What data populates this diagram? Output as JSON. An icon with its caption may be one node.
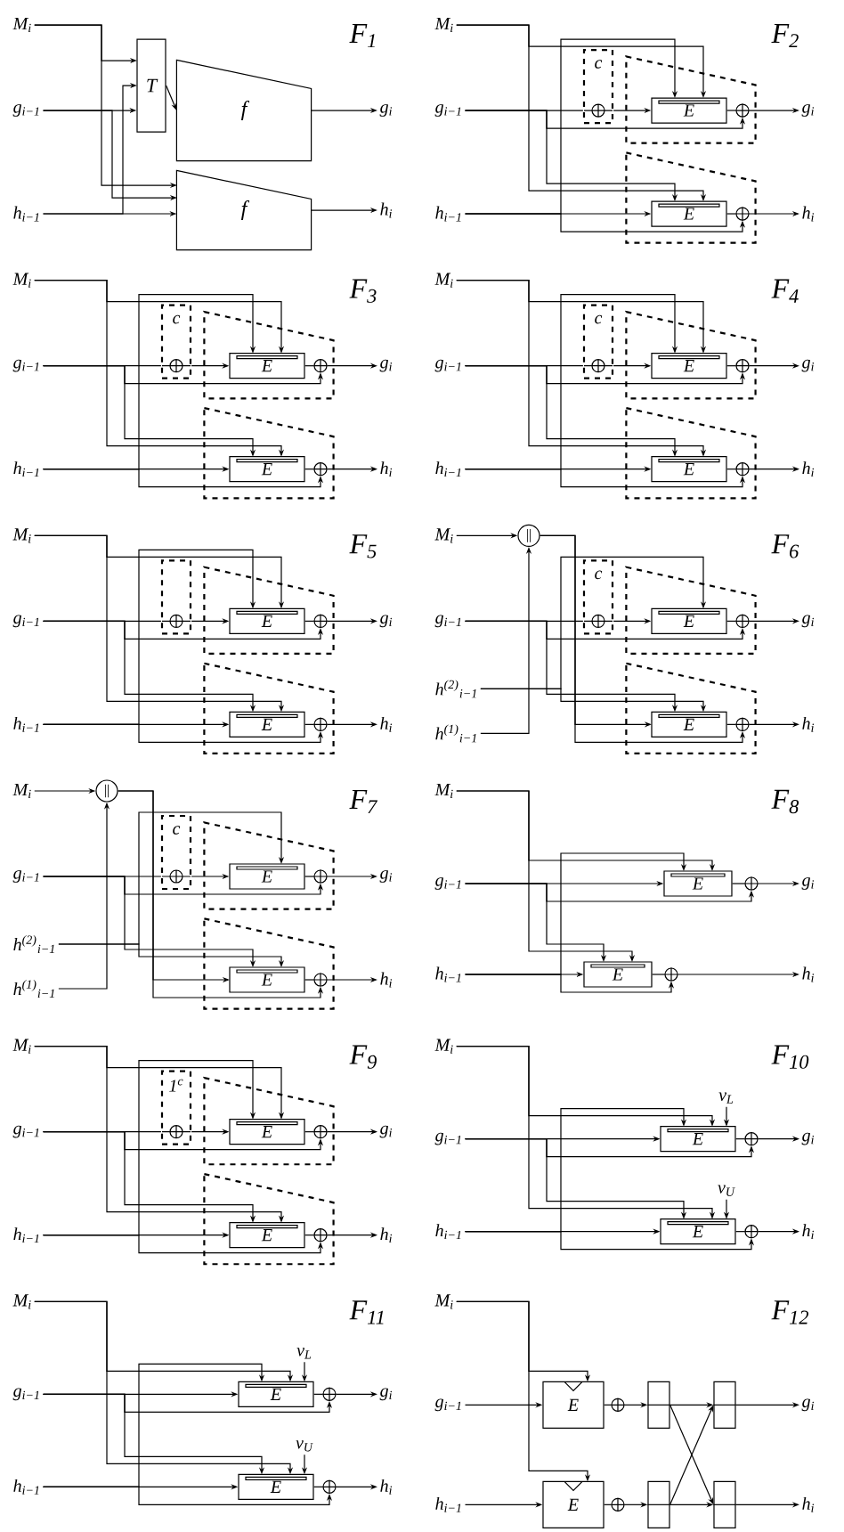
{
  "diagram": {
    "nodes": [
      {
        "text": [
          "M$_{i}$"
        ]
      },
      {
        "text": [
          "g$_{i−1}$"
        ]
      },
      {
        "text": [
          "h$_{i−1}$"
        ]
      },
      {
        "text": [
          "T"
        ]
      },
      {
        "text": [
          "f"
        ]
      },
      {
        "text": [
          "f"
        ]
      },
      {
        "text": [
          "g$_{i}$"
        ]
      },
      {
        "text": [
          "h$_{i}$"
        ]
      },
      {
        "text": [
          "M$_{i}$"
        ]
      },
      {
        "text": [
          "g$_{i−1}$"
        ]
      },
      {
        "text": [
          "h$_{i−1}$"
        ]
      },
      {
        "text": [
          "c"
        ]
      },
      {
        "text": [],
        "shape": "trapezoid"
      },
      {
        "text": [
          "E"
        ],
        "in": 12
      },
      {
        "text": [],
        "shape": "circle",
        "in": 12
      },
      {
        "text": [],
        "shape": "trapezoid"
      },
      {
        "text": [
          "E"
        ],
        "in": 15
      },
      {
        "text": [],
        "shape": "circle",
        "in": 15
      },
      {
        "text": [
          "g$_{i}$"
        ]
      },
      {
        "text": [
          "h$_{i}$"
        ]
      },
      {
        "text": [
          "M$_{i}$"
        ]
      },
      {
        "text": [
          "g$_{i−1}$"
        ]
      },
      {
        "text": [
          "h$_{i−1}$"
        ]
      },
      {
        "text": [
          "c"
        ]
      },
      {
        "text": [],
        "shape": "trapezoid"
      },
      {
        "text": [
          "E"
        ],
        "in": 24
      },
      {
        "text": [],
        "shape": "circle",
        "in": 24
      },
      {
        "text": [],
        "shape": "trapezoid"
      },
      {
        "text": [
          "E"
        ],
        "in": 27
      },
      {
        "text": [],
        "shape": "circle",
        "in": 27
      },
      {
        "text": [
          "g$_{i}$"
        ]
      },
      {
        "text": [
          "h$_{i}$"
        ]
      },
      {
        "text": [
          "M$_{i}$"
        ]
      },
      {
        "text": [
          "g$_{i−1}$"
        ]
      },
      {
        "text": [
          "h$_{i−1}$"
        ]
      },
      {
        "text": [
          "c"
        ]
      },
      {
        "text": [],
        "shape": "trapezoid"
      },
      {
        "text": [
          "E"
        ],
        "in": 36
      },
      {
        "text": [],
        "shape": "circle",
        "in": 36
      },
      {
        "text": [],
        "shape": "trapezoid"
      },
      {
        "text": [
          "E"
        ],
        "in": 39
      },
      {
        "text": [],
        "shape": "circle",
        "in": 39
      },
      {
        "text": [
          "g$_{i}$"
        ]
      },
      {
        "text": [
          "h$_{i}$"
        ]
      },
      {
        "text": [
          "M$_{i}$"
        ]
      },
      {
        "text": [
          "g$_{i−1}$"
        ]
      },
      {
        "text": [
          "h$_{i−1}$"
        ]
      },
      {
        "text": [],
        "shape": "box"
      },
      {
        "text": [],
        "shape": "trapezoid"
      },
      {
        "text": [
          "E"
        ],
        "in": 48
      },
      {
        "text": [],
        "shape": "circle",
        "in": 48
      },
      {
        "text": [],
        "shape": "trapezoid"
      },
      {
        "text": [
          "E"
        ],
        "in": 51
      },
      {
        "text": [],
        "shape": "circle",
        "in": 51
      },
      {
        "text": [
          "g$_{i}$"
        ]
      },
      {
        "text": [
          "h$_{i}$"
        ]
      },
      {
        "text": [
          "M$_{i}$"
        ]
      },
      {
        "text": [
          "g$_{i−1}$"
        ]
      },
      {
        "text": [
          "h$^{(2)}$$_{i−1}$"
        ]
      },
      {
        "text": [
          "h$^{(1)}$$_{i−1}$"
        ]
      },
      {
        "text": [
          "||"
        ]
      },
      {
        "text": [
          "c"
        ]
      },
      {
        "text": [],
        "shape": "trapezoid"
      },
      {
        "text": [
          "E"
        ],
        "in": 62
      },
      {
        "text": [],
        "shape": "circle",
        "in": 62
      },
      {
        "text": [],
        "shape": "trapezoid"
      },
      {
        "text": [
          "E"
        ],
        "in": 65
      },
      {
        "text": [],
        "shape": "circle",
        "in": 65
      },
      {
        "text": [
          "g$_{i}$"
        ]
      },
      {
        "text": [
          "h$_{i}$"
        ]
      },
      {
        "text": [
          "M$_{i}$"
        ]
      },
      {
        "text": [
          "g$_{i−1}$"
        ]
      },
      {
        "text": [
          "h$^{(2)}$$_{i−1}$"
        ]
      },
      {
        "text": [
          "h$^{(1)}$$_{i−1}$"
        ]
      },
      {
        "text": [
          "||"
        ]
      },
      {
        "text": [
          "c"
        ]
      },
      {
        "text": [],
        "shape": "trapezoid"
      },
      {
        "text": [
          "E"
        ],
        "in": 76
      },
      {
        "text": [],
        "shape": "circle",
        "in": 76
      },
      {
        "text": [],
        "shape": "trapezoid"
      },
      {
        "text": [
          "E"
        ],
        "in": 79
      },
      {
        "text": [],
        "shape": "circle",
        "in": 79
      },
      {
        "text": [
          "g$_{i}$"
        ]
      },
      {
        "text": [
          "h$_{i}$"
        ]
      },
      {
        "text": [
          "M$_{i}$"
        ]
      },
      {
        "text": [
          "g$_{i−1}$"
        ]
      },
      {
        "text": [
          "h$_{i−1}$"
        ]
      },
      {
        "text": [
          "E"
        ]
      },
      {
        "text": [],
        "shape": "circle"
      },
      {
        "text": [
          "E"
        ]
      },
      {
        "text": [],
        "shape": "circle"
      },
      {
        "text": [
          "g$_{i}$"
        ]
      },
      {
        "text": [
          "h$_{i}$"
        ]
      },
      {
        "text": [
          "M$_{i}$"
        ]
      },
      {
        "text": [
          "g$_{i−1}$"
        ]
      },
      {
        "text": [
          "h$_{i−1}$"
        ]
      },
      {
        "text": [
          "1$^{c}$"
        ]
      },
      {
        "text": [],
        "shape": "trapezoid"
      },
      {
        "text": [
          "E"
        ],
        "in": 97
      },
      {
        "text": [],
        "shape": "circle",
        "in": 97
      },
      {
        "text": [],
        "shape": "trapezoid"
      },
      {
        "text": [
          "E"
        ],
        "in": 100
      },
      {
        "text": [],
        "shape": "circle",
        "in": 100
      },
      {
        "text": [
          "g$_{i}$"
        ]
      },
      {
        "text": [
          "h$_{i}$"
        ]
      },
      {
        "text": [
          "M$_{i}$"
        ]
      },
      {
        "text": [
          "g$_{i−1}$"
        ]
      },
      {
        "text": [
          "h$_{i−1}$"
        ]
      },
      {
        "text": [
          "E"
        ],
        "beside": [
          "v$_{L}$"
        ]
      },
      {
        "text": [],
        "shape": "circle"
      },
      {
        "text": [
          "E"
        ],
        "beside": [
          "v$_{U}$"
        ]
      },
      {
        "text": [],
        "shape": "circle"
      },
      {
        "text": [
          "g$_{i}$"
        ]
      },
      {
        "text": [
          "h$_{i}$"
        ]
      },
      {
        "text": [
          "M$_{i}$"
        ]
      },
      {
        "text": [
          "g$_{i−1}$"
        ]
      },
      {
        "text": [
          "h$_{i−1}$"
        ]
      },
      {
        "text": [
          "E"
        ],
        "beside": [
          "v$_{L}$"
        ]
      },
      {
        "text": [],
        "shape": "circle"
      },
      {
        "text": [
          "E"
        ],
        "beside": [
          "v$_{U}$"
        ]
      },
      {
        "text": [],
        "shape": "circle"
      },
      {
        "text": [
          "g$_{i}$"
        ]
      },
      {
        "text": [
          "h$_{i}$"
        ]
      },
      {
        "text": [
          "M$_{i}$"
        ]
      },
      {
        "text": [
          "g$_{i−1}$"
        ]
      },
      {
        "text": [
          "h$_{i−1}$"
        ]
      },
      {
        "text": [
          "E"
        ]
      },
      {
        "text": [],
        "shape": "circle"
      },
      {
        "text": [],
        "shape": "box"
      },
      {
        "text": [],
        "shape": "box"
      },
      {
        "text": [
          "E"
        ]
      },
      {
        "text": [],
        "shape": "circle"
      },
      {
        "text": [],
        "shape": "box"
      },
      {
        "text": [],
        "shape": "box"
      },
      {
        "text": [
          "g$_{i}$"
        ]
      },
      {
        "text": [
          "h$_{i}$"
        ]
      }
    ],
    "edges": [
      {
        "from": 0,
        "to": 3,
        "arrow": "to"
      },
      {
        "from": 1,
        "to": 3,
        "arrow": "to"
      },
      {
        "from": 2,
        "to": 3,
        "arrow": "to"
      },
      {
        "from": 3,
        "to": 4,
        "arrow": "to"
      },
      {
        "from": 0,
        "to": 5,
        "arrow": "to"
      },
      {
        "from": 1,
        "to": 5,
        "arrow": "to"
      },
      {
        "from": 2,
        "to": 5,
        "arrow": "to"
      },
      {
        "from": 4,
        "to": 6,
        "arrow": "to"
      },
      {
        "from": 5,
        "to": 7,
        "arrow": "to"
      },
      {
        "from": 8,
        "to": 13,
        "arrow": "to"
      },
      {
        "from": 8,
        "to": 16,
        "arrow": "to"
      },
      {
        "from": 9,
        "to": 11,
        "arrow": "none"
      },
      {
        "from": 11,
        "to": 13,
        "arrow": "to"
      },
      {
        "from": 9,
        "to": 16,
        "arrow": "to"
      },
      {
        "from": 10,
        "to": 16,
        "arrow": "to"
      },
      {
        "from": 10,
        "to": 13,
        "arrow": "to"
      },
      {
        "from": 13,
        "to": 14,
        "arrow": "none"
      },
      {
        "from": 14,
        "to": 18,
        "arrow": "to"
      },
      {
        "from": 16,
        "to": 17,
        "arrow": "none"
      },
      {
        "from": 17,
        "to": 19,
        "arrow": "to"
      },
      {
        "from": 9,
        "to": 14,
        "arrow": "to"
      },
      {
        "from": 10,
        "to": 17,
        "arrow": "to"
      },
      {
        "from": 20,
        "to": 25,
        "arrow": "to"
      },
      {
        "from": 20,
        "to": 28,
        "arrow": "to"
      },
      {
        "from": 21,
        "to": 23,
        "arrow": "none"
      },
      {
        "from": 23,
        "to": 25,
        "arrow": "to"
      },
      {
        "from": 21,
        "to": 28,
        "arrow": "to"
      },
      {
        "from": 22,
        "to": 28,
        "arrow": "to"
      },
      {
        "from": 22,
        "to": 25,
        "arrow": "to"
      },
      {
        "from": 25,
        "to": 26,
        "arrow": "none"
      },
      {
        "from": 26,
        "to": 30,
        "arrow": "to"
      },
      {
        "from": 28,
        "to": 29,
        "arrow": "none"
      },
      {
        "from": 29,
        "to": 31,
        "arrow": "to"
      },
      {
        "from": 21,
        "to": 26,
        "arrow": "to"
      },
      {
        "from": 22,
        "to": 29,
        "arrow": "to"
      },
      {
        "from": 32,
        "to": 37,
        "arrow": "to"
      },
      {
        "from": 32,
        "to": 40,
        "arrow": "to"
      },
      {
        "from": 33,
        "to": 35,
        "arrow": "none"
      },
      {
        "from": 35,
        "to": 37,
        "arrow": "to"
      },
      {
        "from": 33,
        "to": 40,
        "arrow": "to"
      },
      {
        "from": 34,
        "to": 40,
        "arrow": "to"
      },
      {
        "from": 34,
        "to": 37,
        "arrow": "to"
      },
      {
        "from": 37,
        "to": 38,
        "arrow": "none"
      },
      {
        "from": 38,
        "to": 42,
        "arrow": "to"
      },
      {
        "from": 40,
        "to": 41,
        "arrow": "none"
      },
      {
        "from": 41,
        "to": 43,
        "arrow": "to"
      },
      {
        "from": 33,
        "to": 38,
        "arrow": "to"
      },
      {
        "from": 34,
        "to": 41,
        "arrow": "to"
      },
      {
        "from": 44,
        "to": 49,
        "arrow": "to"
      },
      {
        "from": 44,
        "to": 52,
        "arrow": "to"
      },
      {
        "from": 45,
        "to": 47,
        "arrow": "none"
      },
      {
        "from": 47,
        "to": 49,
        "arrow": "to"
      },
      {
        "from": 45,
        "to": 52,
        "arrow": "to"
      },
      {
        "from": 46,
        "to": 52,
        "arrow": "to"
      },
      {
        "from": 46,
        "to": 49,
        "arrow": "to"
      },
      {
        "from": 49,
        "to": 50,
        "arrow": "none"
      },
      {
        "from": 50,
        "to": 54,
        "arrow": "to"
      },
      {
        "from": 52,
        "to": 53,
        "arrow": "none"
      },
      {
        "from": 53,
        "to": 55,
        "arrow": "to"
      },
      {
        "from": 45,
        "to": 50,
        "arrow": "to"
      },
      {
        "from": 46,
        "to": 53,
        "arrow": "to"
      },
      {
        "from": 56,
        "to": 60,
        "arrow": "to"
      },
      {
        "from": 59,
        "to": 60,
        "arrow": "to"
      },
      {
        "from": 60,
        "to": 66,
        "arrow": "to"
      },
      {
        "from": 57,
        "to": 61,
        "arrow": "none"
      },
      {
        "from": 61,
        "to": 63,
        "arrow": "to"
      },
      {
        "from": 57,
        "to": 66,
        "arrow": "to"
      },
      {
        "from": 58,
        "to": 63,
        "arrow": "to"
      },
      {
        "from": 58,
        "to": 66,
        "arrow": "to"
      },
      {
        "from": 63,
        "to": 64,
        "arrow": "none"
      },
      {
        "from": 64,
        "to": 68,
        "arrow": "to"
      },
      {
        "from": 66,
        "to": 67,
        "arrow": "none"
      },
      {
        "from": 67,
        "to": 69,
        "arrow": "to"
      },
      {
        "from": 57,
        "to": 64,
        "arrow": "to"
      },
      {
        "from": 60,
        "to": 67,
        "arrow": "to"
      },
      {
        "from": 70,
        "to": 74,
        "arrow": "to"
      },
      {
        "from": 73,
        "to": 74,
        "arrow": "to"
      },
      {
        "from": 74,
        "to": 80,
        "arrow": "to"
      },
      {
        "from": 71,
        "to": 75,
        "arrow": "none"
      },
      {
        "from": 75,
        "to": 77,
        "arrow": "to"
      },
      {
        "from": 71,
        "to": 80,
        "arrow": "to"
      },
      {
        "from": 72,
        "to": 77,
        "arrow": "to"
      },
      {
        "from": 72,
        "to": 80,
        "arrow": "to"
      },
      {
        "from": 77,
        "to": 78,
        "arrow": "none"
      },
      {
        "from": 78,
        "to": 82,
        "arrow": "to"
      },
      {
        "from": 80,
        "to": 81,
        "arrow": "none"
      },
      {
        "from": 81,
        "to": 83,
        "arrow": "to"
      },
      {
        "from": 71,
        "to": 78,
        "arrow": "to"
      },
      {
        "from": 74,
        "to": 81,
        "arrow": "to"
      },
      {
        "from": 84,
        "to": 87,
        "arrow": "to"
      },
      {
        "from": 84,
        "to": 89,
        "arrow": "to"
      },
      {
        "from": 85,
        "to": 87,
        "arrow": "to"
      },
      {
        "from": 85,
        "to": 89,
        "arrow": "to"
      },
      {
        "from": 86,
        "to": 89,
        "arrow": "to"
      },
      {
        "from": 86,
        "to": 87,
        "arrow": "to"
      },
      {
        "from": 87,
        "to": 88,
        "arrow": "none"
      },
      {
        "from": 88,
        "to": 91,
        "arrow": "to"
      },
      {
        "from": 89,
        "to": 90,
        "arrow": "none"
      },
      {
        "from": 90,
        "to": 92,
        "arrow": "to"
      },
      {
        "from": 85,
        "to": 88,
        "arrow": "to"
      },
      {
        "from": 86,
        "to": 90,
        "arrow": "to"
      },
      {
        "from": 93,
        "to": 98,
        "arrow": "to"
      },
      {
        "from": 93,
        "to": 101,
        "arrow": "to"
      },
      {
        "from": 94,
        "to": 96,
        "arrow": "none"
      },
      {
        "from": 96,
        "to": 98,
        "arrow": "to"
      },
      {
        "from": 94,
        "to": 101,
        "arrow": "to"
      },
      {
        "from": 95,
        "to": 101,
        "arrow": "to"
      },
      {
        "from": 95,
        "to": 98,
        "arrow": "to"
      },
      {
        "from": 98,
        "to": 99,
        "arrow": "none"
      },
      {
        "from": 99,
        "to": 103,
        "arrow": "to"
      },
      {
        "from": 101,
        "to": 102,
        "arrow": "none"
      },
      {
        "from": 102,
        "to": 104,
        "arrow": "to"
      },
      {
        "from": 94,
        "to": 99,
        "arrow": "to"
      },
      {
        "from": 95,
        "to": 102,
        "arrow": "to"
      },
      {
        "from": 105,
        "to": 108,
        "arrow": "to"
      },
      {
        "from": 105,
        "to": 110,
        "arrow": "to"
      },
      {
        "from": 106,
        "to": 108,
        "arrow": "to"
      },
      {
        "from": 106,
        "to": 110,
        "arrow": "to"
      },
      {
        "from": 107,
        "to": 110,
        "arrow": "to"
      },
      {
        "from": 107,
        "to": 108,
        "arrow": "to"
      },
      {
        "from": 108,
        "to": 109,
        "arrow": "none"
      },
      {
        "from": 109,
        "to": 112,
        "arrow": "to"
      },
      {
        "from": 110,
        "to": 111,
        "arrow": "none"
      },
      {
        "from": 111,
        "to": 113,
        "arrow": "to"
      },
      {
        "from": 106,
        "to": 109,
        "arrow": "to"
      },
      {
        "from": 107,
        "to": 111,
        "arrow": "to"
      },
      {
        "from": null,
        "to": 108,
        "arrow": "to"
      },
      {
        "from": null,
        "to": 110,
        "arrow": "to"
      },
      {
        "from": 114,
        "to": 117,
        "arrow": "to"
      },
      {
        "from": 114,
        "to": 119,
        "arrow": "to"
      },
      {
        "from": 115,
        "to": 117,
        "arrow": "to"
      },
      {
        "from": 115,
        "to": 119,
        "arrow": "to"
      },
      {
        "from": 116,
        "to": 119,
        "arrow": "to"
      },
      {
        "from": 116,
        "to": 117,
        "arrow": "to"
      },
      {
        "from": 117,
        "to": 118,
        "arrow": "none"
      },
      {
        "from": 118,
        "to": 121,
        "arrow": "to"
      },
      {
        "from": 119,
        "to": 120,
        "arrow": "none"
      },
      {
        "from": 120,
        "to": 122,
        "arrow": "to"
      },
      {
        "from": 115,
        "to": 118,
        "arrow": "to"
      },
      {
        "from": 116,
        "to": 120,
        "arrow": "to"
      },
      {
        "from": null,
        "to": 117,
        "arrow": "to"
      },
      {
        "from": null,
        "to": 119,
        "arrow": "to"
      },
      {
        "from": 123,
        "to": 126,
        "arrow": "to"
      },
      {
        "from": 123,
        "to": 130,
        "arrow": "to"
      },
      {
        "from": 124,
        "to": 126,
        "arrow": "to"
      },
      {
        "from": 125,
        "to": 130,
        "arrow": "to"
      },
      {
        "from": 126,
        "to": 127,
        "arrow": "none"
      },
      {
        "from": 127,
        "to": 128,
        "arrow": "to"
      },
      {
        "from": 128,
        "to": 129,
        "arrow": "to"
      },
      {
        "from": 128,
        "to": 133,
        "arrow": "to"
      },
      {
        "from": 132,
        "to": 129,
        "arrow": "to"
      },
      {
        "from": 132,
        "to": 133,
        "arrow": "to"
      },
      {
        "from": 129,
        "to": 134,
        "arrow": "to"
      },
      {
        "from": 133,
        "to": 135,
        "arrow": "to"
      },
      {
        "from": 130,
        "to": 131,
        "arrow": "none"
      },
      {
        "from": 131,
        "to": 132,
        "arrow": "to"
      }
    ],
    "labels": [
      "F$_{1}$",
      "F$_{2}$",
      "F$_{3}$",
      "F$_{4}$",
      "F$_{5}$",
      "F$_{6}$",
      "F$_{7}$",
      "F$_{8}$",
      "F$_{9}$",
      "F$_{10}$",
      "F$_{11}$",
      "F$_{12}$"
    ]
  }
}
